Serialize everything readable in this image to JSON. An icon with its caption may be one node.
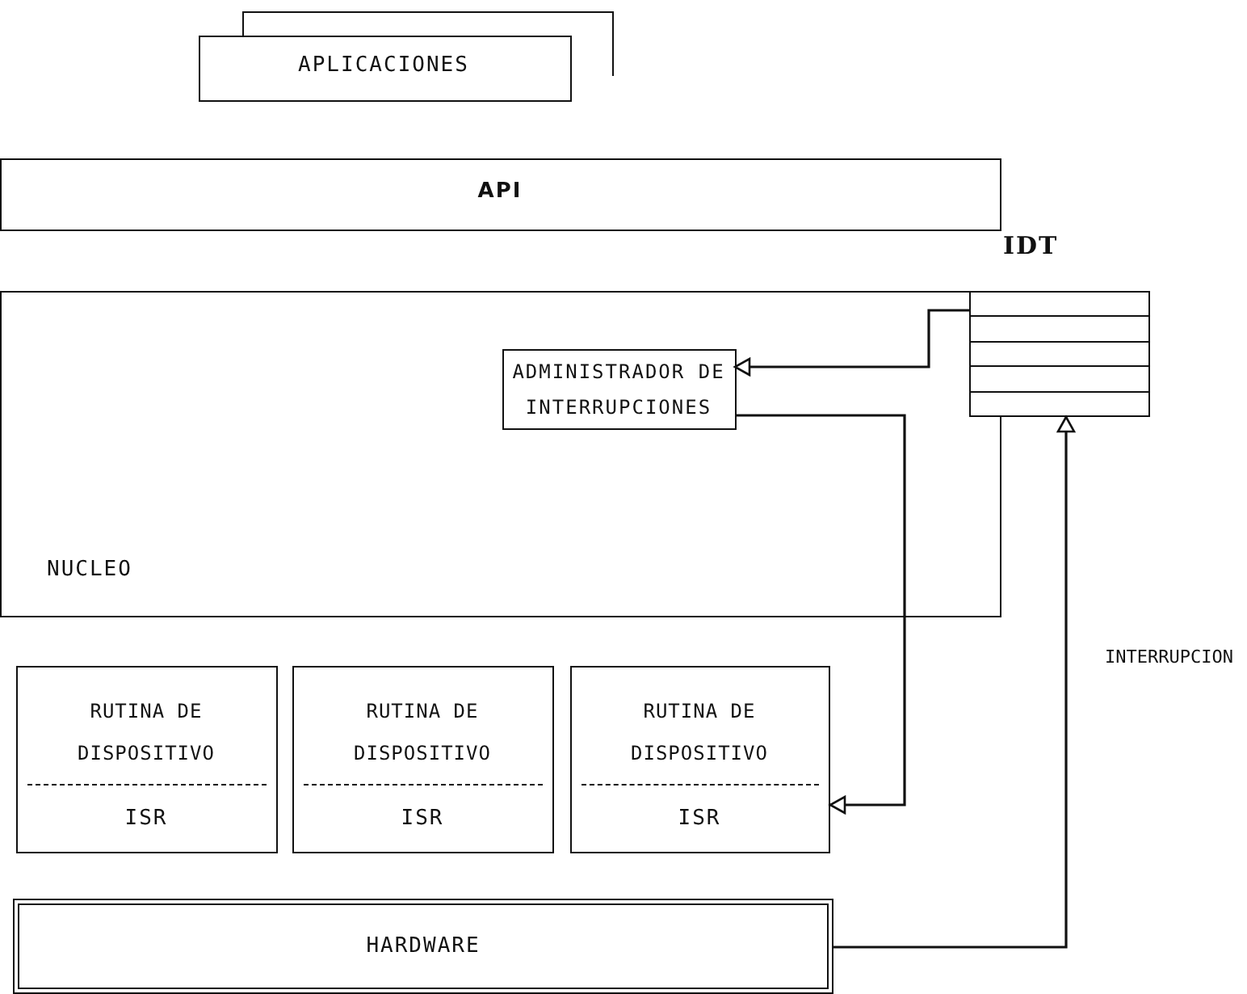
{
  "diagram": {
    "nodes": [
      {
        "text": [
          "APLICACIONES"
        ]
      },
      {
        "text": [
          "API"
        ]
      },
      {
        "text": [
          "NUCLEO"
        ]
      },
      {
        "text": [
          "ADMINISTRADOR DE INTERRUPCIONES"
        ],
        "in": 2
      },
      {
        "text": [
          "IDT"
        ]
      },
      {
        "text": [
          "RUTINA DE DISPOSITIVO",
          "ISR"
        ]
      },
      {
        "text": [
          "RUTINA DE DISPOSITIVO",
          "ISR"
        ]
      },
      {
        "text": [
          "RUTINA DE DISPOSITIVO",
          "ISR"
        ]
      },
      {
        "text": [
          "HARDWARE"
        ]
      }
    ],
    "edges": [
      {
        "from": 4,
        "to": 3,
        "arrow": "to"
      },
      {
        "from": 3,
        "to": 7,
        "arrow": "to"
      },
      {
        "from": 8,
        "to": 4,
        "arrow": "to",
        "label": "INTERRUPCION"
      }
    ]
  }
}
